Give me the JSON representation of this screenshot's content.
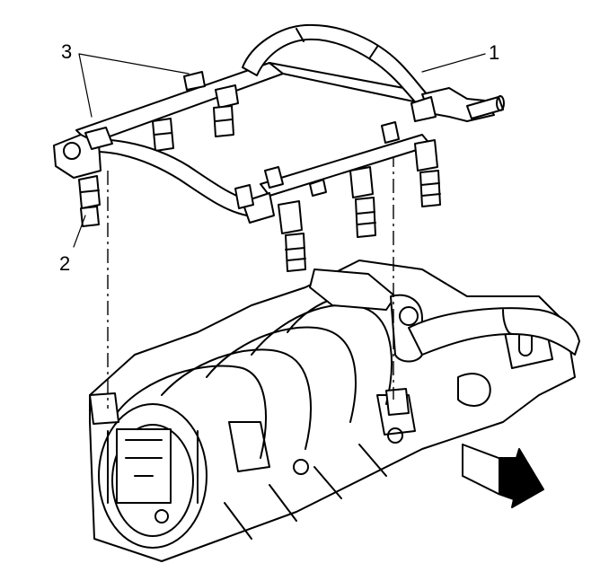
{
  "callouts": [
    {
      "id": "callout-1",
      "text": "1"
    },
    {
      "id": "callout-2",
      "text": "2"
    },
    {
      "id": "callout-3",
      "text": "3"
    }
  ],
  "direction_arrow": {
    "icon": "direction-arrow-icon",
    "fill": "#000000"
  },
  "colors": {
    "line": "#000000",
    "background": "#ffffff"
  }
}
